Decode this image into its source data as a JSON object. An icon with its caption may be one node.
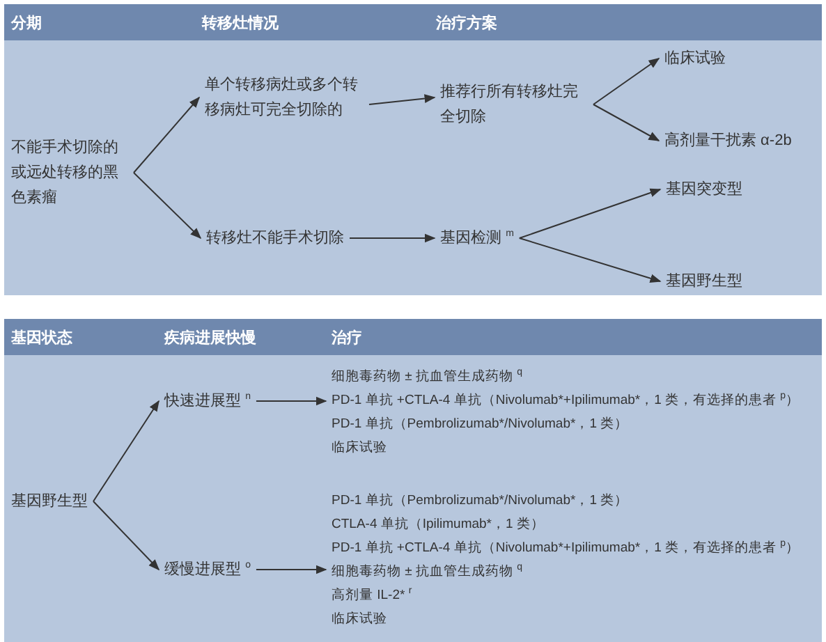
{
  "diagram": {
    "nodes": [
      {
        "text": [
          "分期",
          "转移灶情况",
          "治疗方案"
        ]
      },
      {
        "text": [
          "不能手术切除的或远处转移的黑色素瘤"
        ],
        "in": 0
      },
      {
        "text": [
          "单个转移病灶或多个转移病灶可完全切除的"
        ],
        "in": 0
      },
      {
        "text": [
          "转移灶不能手术切除"
        ],
        "in": 0
      },
      {
        "text": [
          "推荐行所有转移灶完全切除"
        ],
        "in": 0
      },
      {
        "text": [
          "基因检测 $^{m}$"
        ],
        "in": 0
      },
      {
        "text": [
          "临床试验"
        ],
        "in": 0
      },
      {
        "text": [
          "高剂量干扰素 α-2b"
        ],
        "in": 0
      },
      {
        "text": [
          "基因突变型"
        ],
        "in": 0
      },
      {
        "text": [
          "基因野生型"
        ],
        "in": 0
      },
      {
        "text": [
          "基因状态",
          "疾病进展快慢",
          "治疗"
        ]
      },
      {
        "text": [
          "基因野生型"
        ],
        "in": 10
      },
      {
        "text": [
          "快速进展型 $^{n}$"
        ],
        "in": 10
      },
      {
        "text": [
          "细胞毒药物 ± 抗血管生成药物 $^{q}$",
          "PD-1 单抗 +CTLA-4 单抗（Nivolumab*+Ipilimumab*，1 类，有选择的患者 $^{p}$）",
          "PD-1 单抗（Pembrolizumab*/Nivolumab*，1 类）",
          "临床试验"
        ],
        "in": 10
      },
      {
        "text": [
          "缓慢进展型 $^{o}$"
        ],
        "in": 10
      },
      {
        "text": [
          "PD-1 单抗（Pembrolizumab*/Nivolumab*，1 类）",
          "CTLA-4 单抗（Ipilimumab*，1 类）",
          "PD-1 单抗 +CTLA-4 单抗（Nivolumab*+Ipilimumab*，1 类，有选择的患者 $^{p}$）",
          "细胞毒药物 ± 抗血管生成药物 $^{q}$",
          "高剂量 IL-2* $^{r}$",
          "临床试验"
        ],
        "in": 10
      }
    ],
    "edges": [
      {
        "from": 1,
        "to": 2,
        "arrow": "to"
      },
      {
        "from": 1,
        "to": 3,
        "arrow": "to"
      },
      {
        "from": 2,
        "to": 4,
        "arrow": "to"
      },
      {
        "from": 3,
        "to": 5,
        "arrow": "to"
      },
      {
        "from": 4,
        "to": 6,
        "arrow": "to"
      },
      {
        "from": 4,
        "to": 7,
        "arrow": "to"
      },
      {
        "from": 5,
        "to": 8,
        "arrow": "to"
      },
      {
        "from": 5,
        "to": 9,
        "arrow": "to"
      },
      {
        "from": 11,
        "to": 12,
        "arrow": "to"
      },
      {
        "from": 11,
        "to": 14,
        "arrow": "to"
      },
      {
        "from": 12,
        "to": 13,
        "arrow": "to"
      },
      {
        "from": 14,
        "to": 15,
        "arrow": "to"
      }
    ]
  }
}
